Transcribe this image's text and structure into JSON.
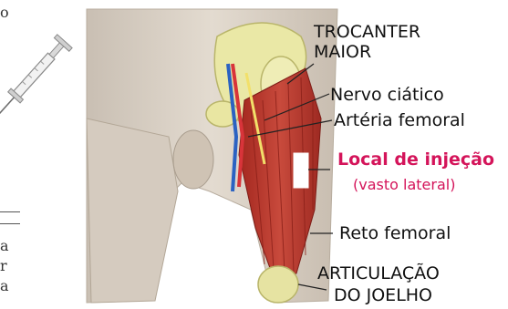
{
  "labels": {
    "trocanter": "TROCANTER MAIOR",
    "nervo": "Nervo ciático",
    "arteria": "Artéria femoral",
    "local_title": "Local de injeção",
    "local_sub": "(vasto lateral)",
    "reto": "Reto femoral",
    "articulacao_1": "ARTICULAÇÃO",
    "articulacao_2": "DO JOELHO"
  },
  "edge_fragments": [
    "o",
    "a",
    "r",
    "a"
  ],
  "colors": {
    "injection_label": "#d4145a",
    "muscle": "#b8332b",
    "bone": "#eae8a6",
    "skin": "#dcd3c8",
    "artery": "#d8343a",
    "vein": "#2b62c2",
    "nerve": "#f2e06a"
  }
}
